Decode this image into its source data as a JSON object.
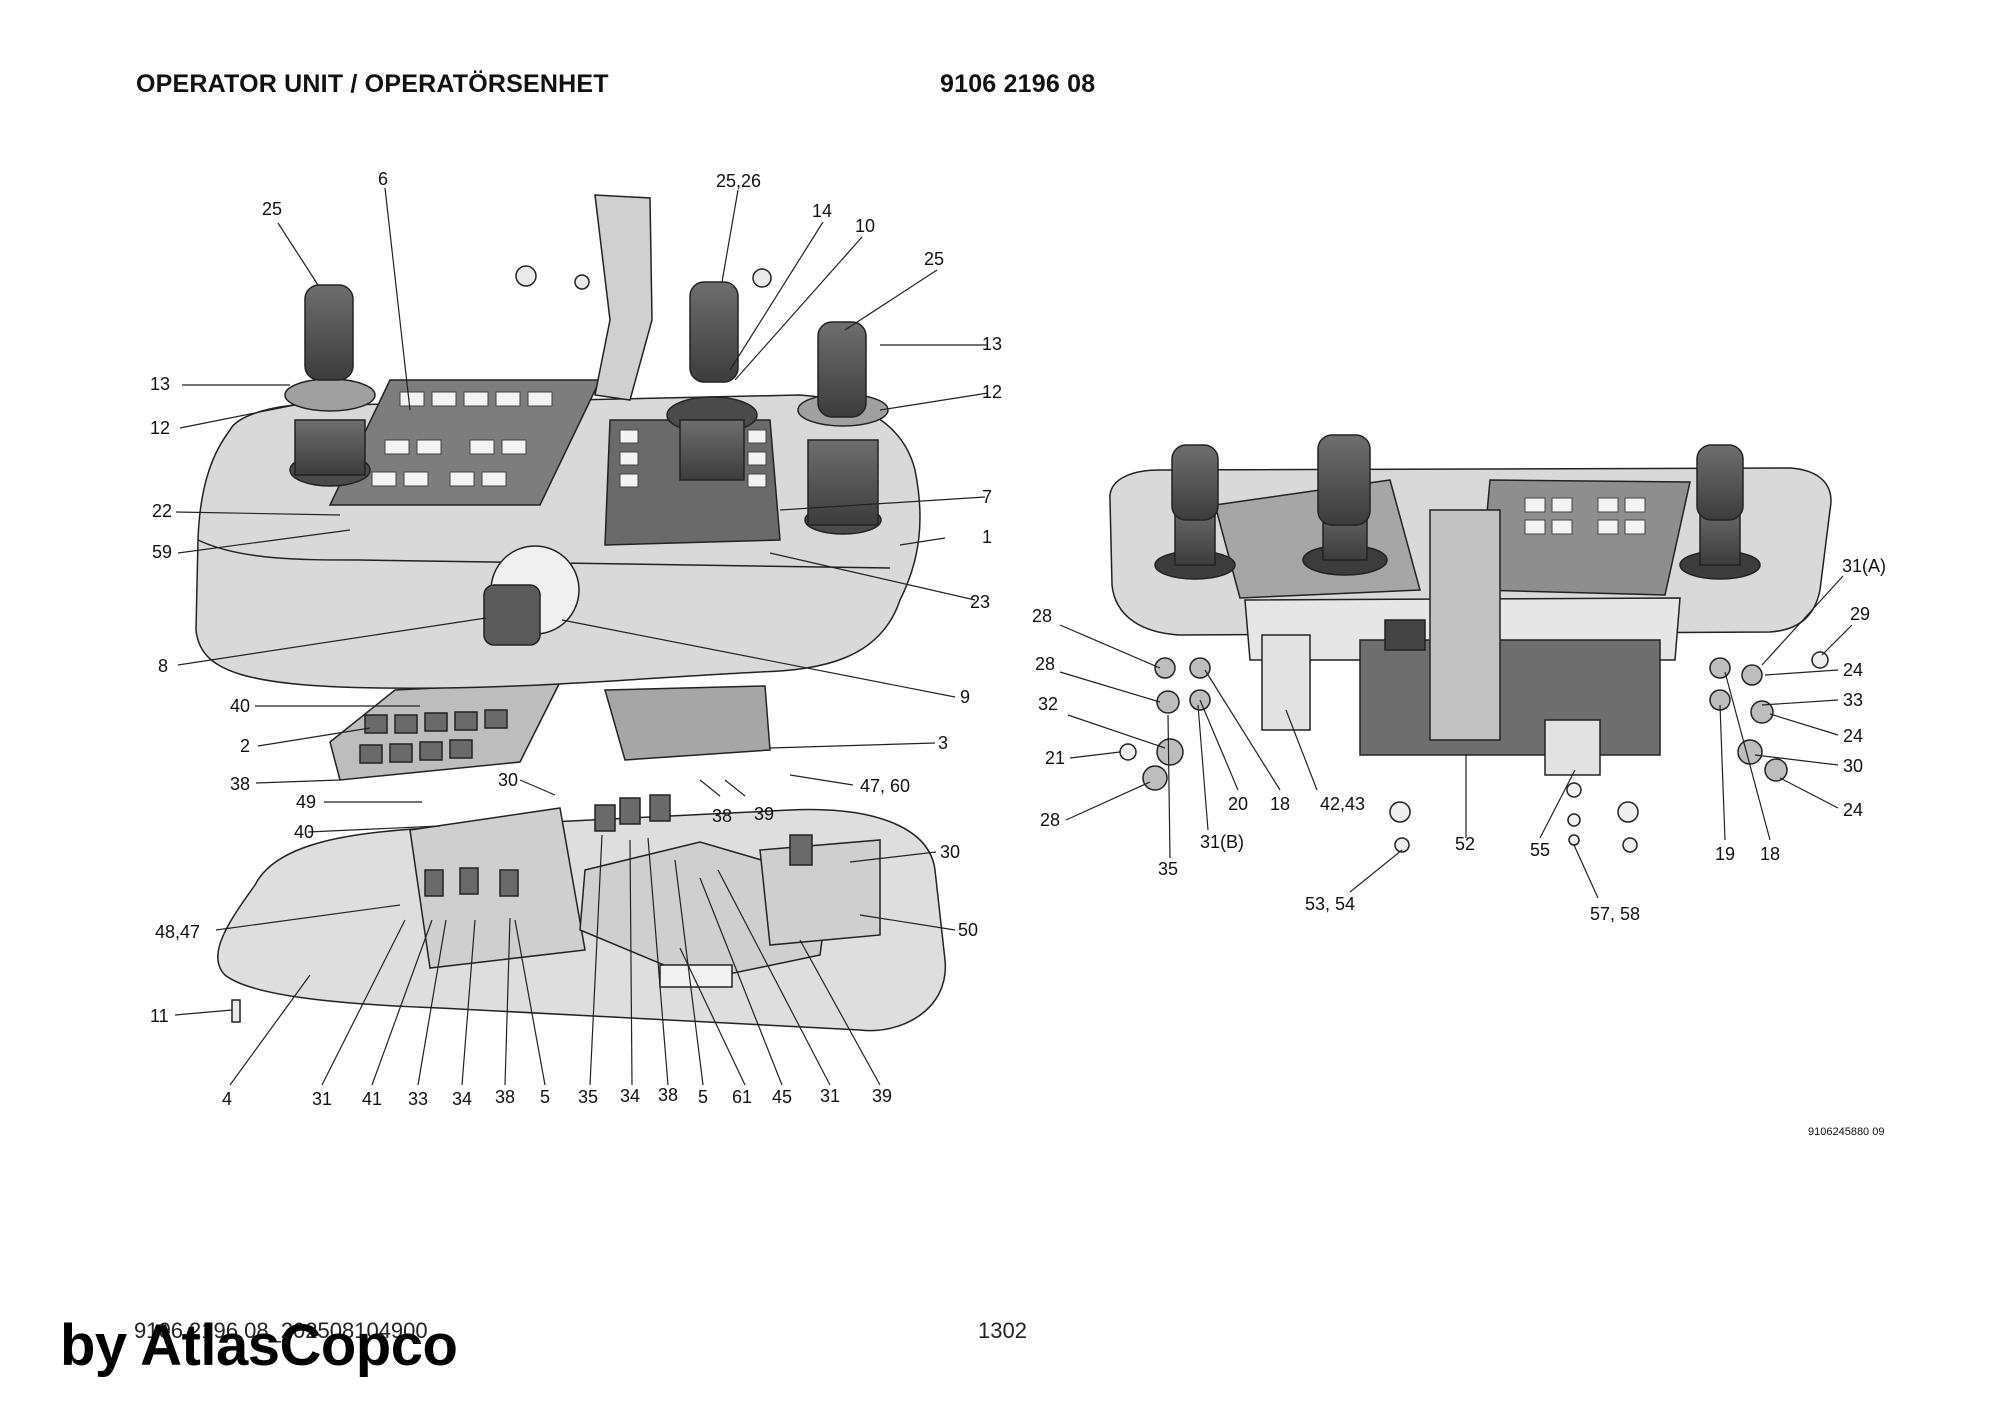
{
  "header": {
    "title": "OPERATOR UNIT / OPERATÖRSENHET",
    "part_number": "9106 2196 08"
  },
  "figure_ref": "9106245880 09",
  "footer": {
    "doc_code": "9106 2196 08_202508104900",
    "page_number": "1302",
    "watermark": "by AtlasCopco"
  },
  "callouts_left": [
    "25",
    "6",
    "25,26",
    "14",
    "10",
    "25",
    "13",
    "12",
    "13",
    "12",
    "22",
    "59",
    "7",
    "1",
    "23",
    "8",
    "9",
    "40",
    "2",
    "3",
    "38",
    "30",
    "47, 60",
    "49",
    "38",
    "39",
    "40",
    "30",
    "48,47",
    "50",
    "11",
    "4",
    "31",
    "41",
    "33",
    "34",
    "38",
    "5",
    "35",
    "34",
    "38",
    "5",
    "61",
    "45",
    "31",
    "39"
  ],
  "callouts_right": [
    "31(A)",
    "29",
    "28",
    "28",
    "24",
    "32",
    "33",
    "24",
    "21",
    "30",
    "28",
    "24",
    "20",
    "18",
    "42,43",
    "52",
    "55",
    "19",
    "18",
    "31(B)",
    "35",
    "53, 54",
    "57, 58"
  ],
  "colors": {
    "housing": "#d9d9d9",
    "dark_part": "#5a5a5a",
    "panel": "#a9a9a9",
    "line": "#222222"
  }
}
